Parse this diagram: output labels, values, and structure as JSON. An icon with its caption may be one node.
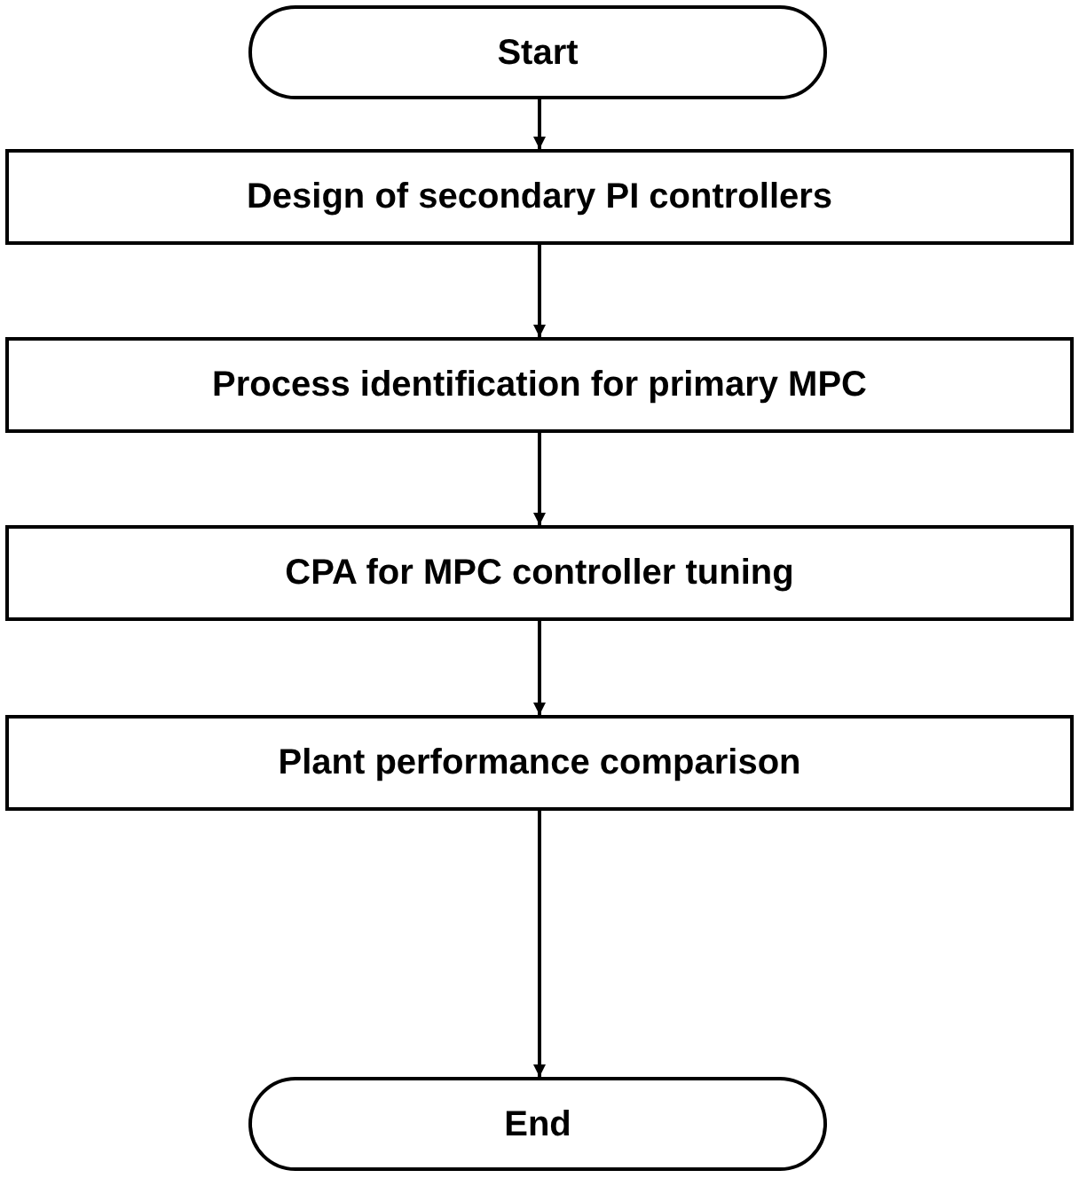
{
  "diagram": {
    "nodes": [
      {
        "text": [
          "Start"
        ]
      },
      {
        "text": [
          "Design of secondary PI controllers"
        ]
      },
      {
        "text": [
          "Process identification for primary MPC"
        ]
      },
      {
        "text": [
          "CPA for MPC controller tuning"
        ]
      },
      {
        "text": [
          "Plant performance comparison"
        ]
      },
      {
        "text": [
          "End"
        ]
      }
    ],
    "edges": [
      {
        "from": 0,
        "to": 1,
        "arrow": "to"
      },
      {
        "from": 1,
        "to": 2,
        "arrow": "to"
      },
      {
        "from": 2,
        "to": 3,
        "arrow": "to"
      },
      {
        "from": 3,
        "to": 4,
        "arrow": "to"
      },
      {
        "from": 4,
        "to": 5,
        "arrow": "to"
      }
    ]
  }
}
